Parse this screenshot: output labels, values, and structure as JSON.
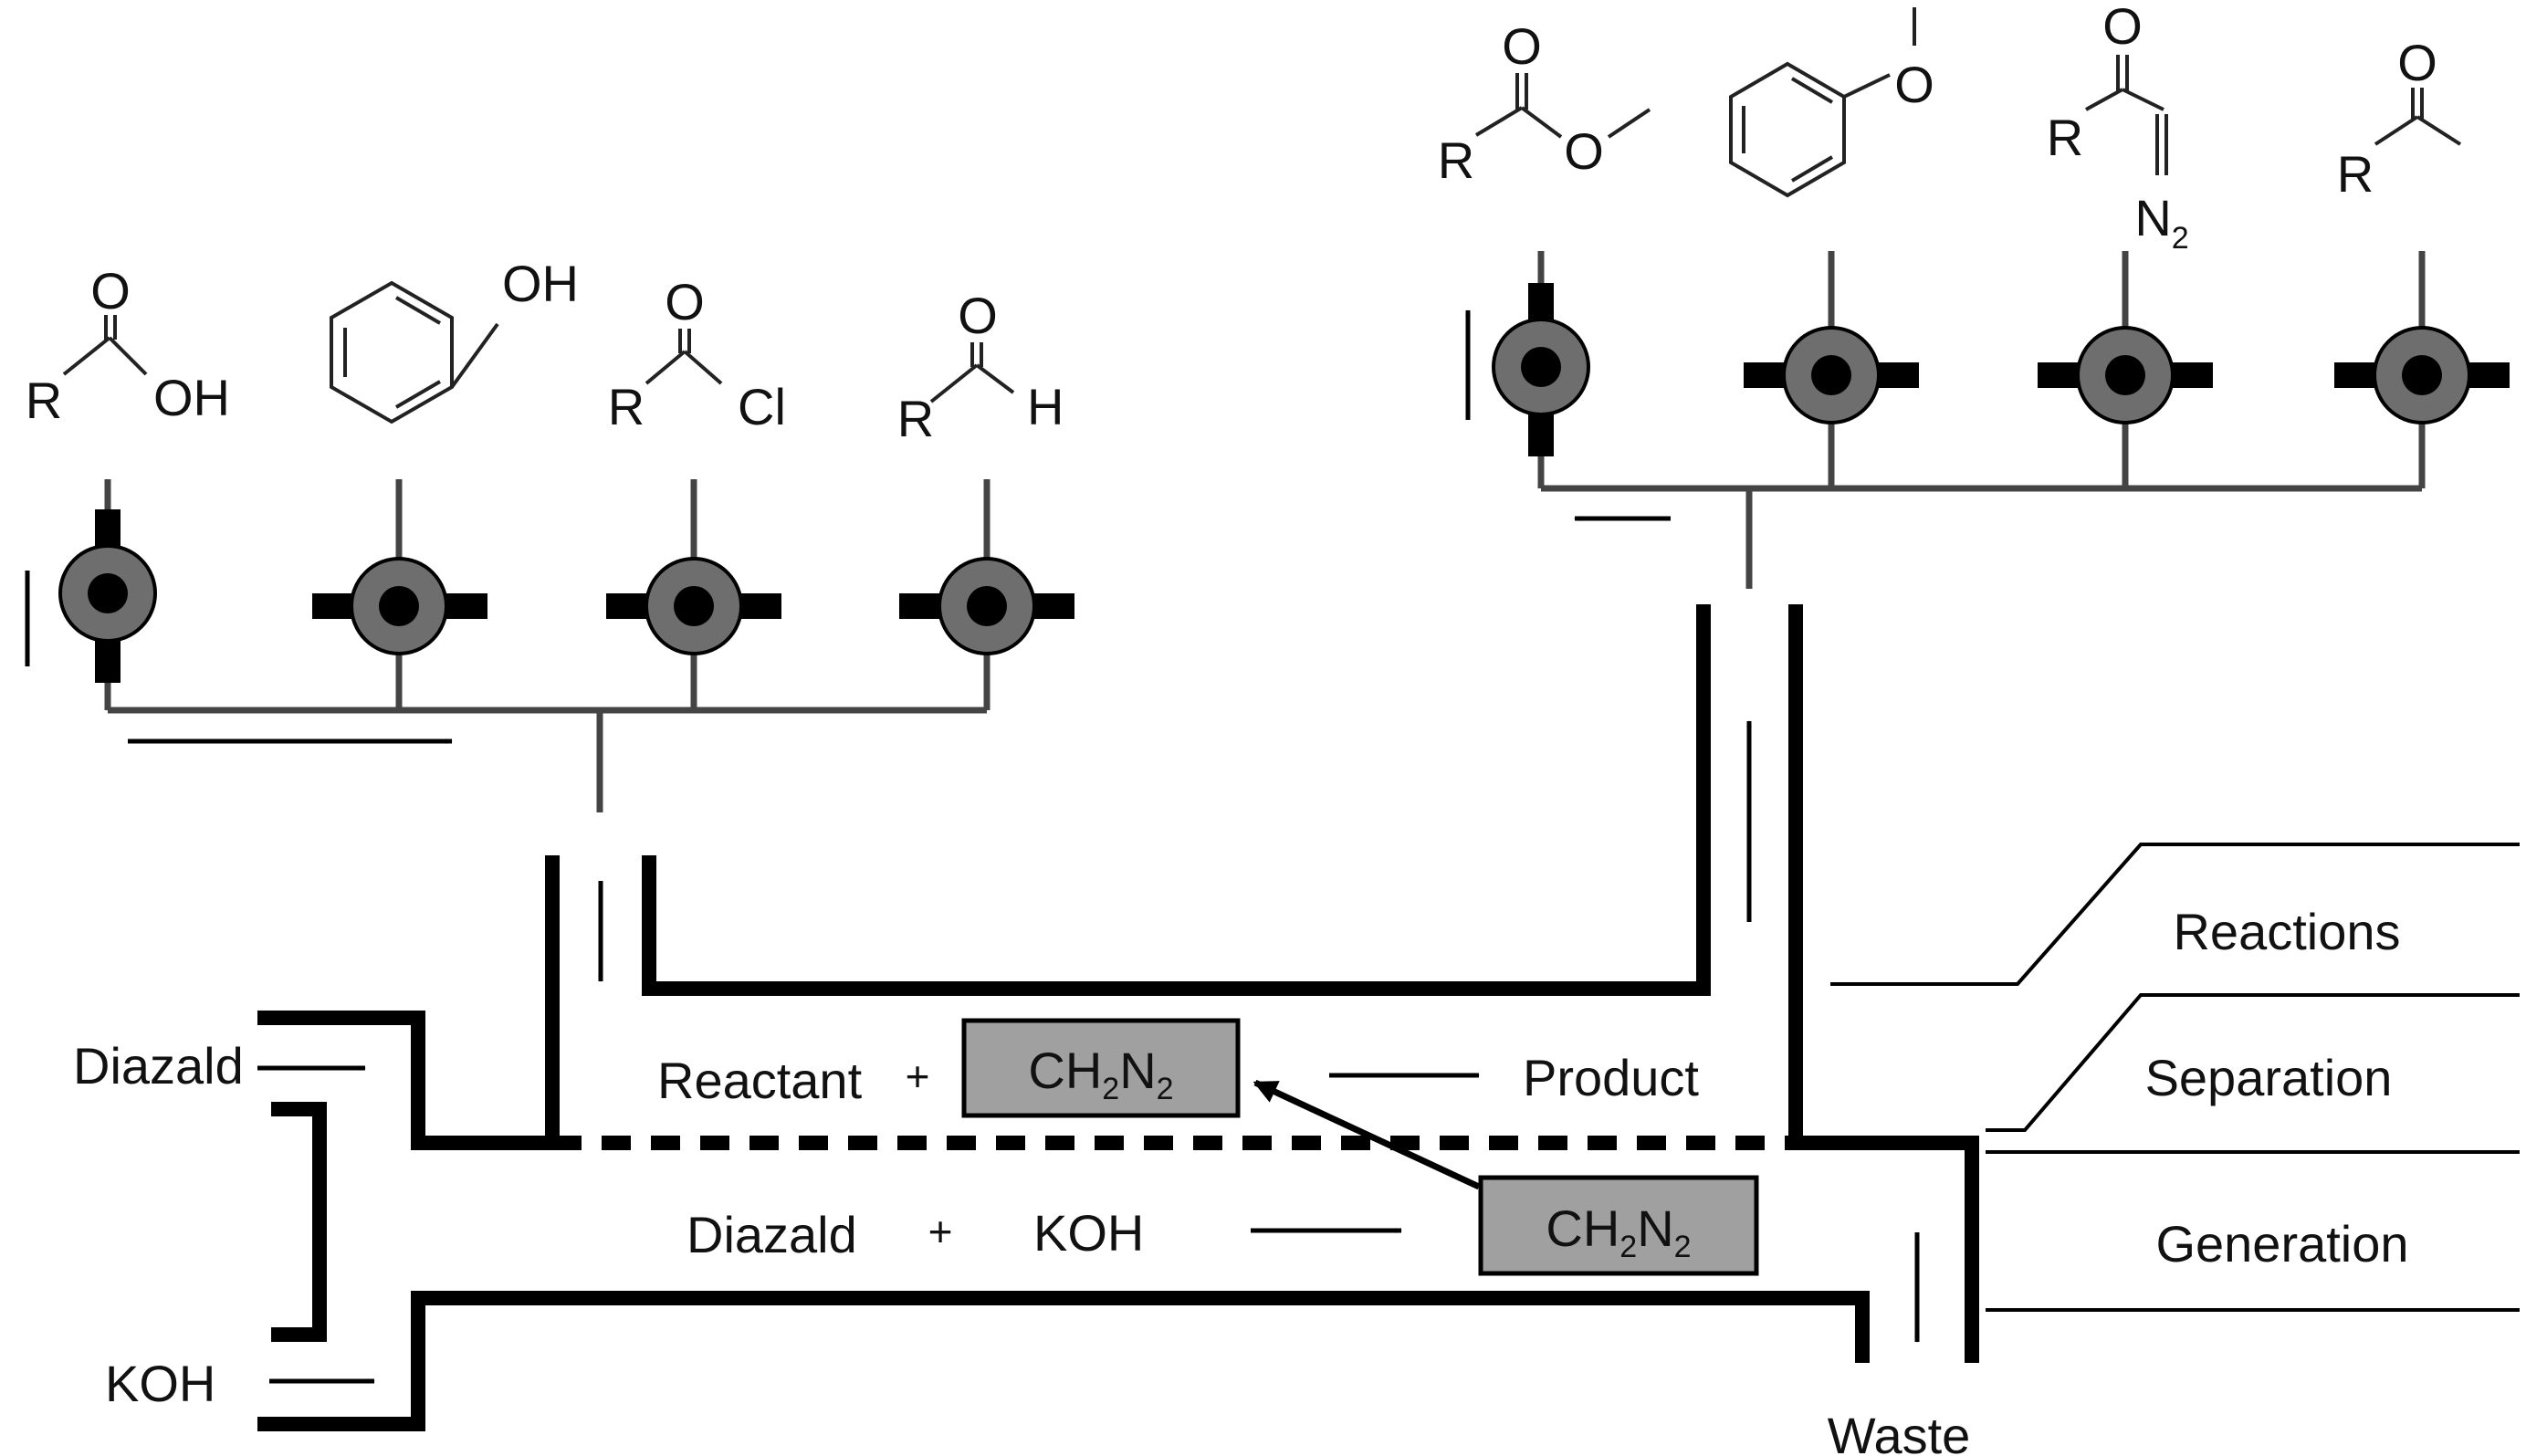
{
  "colors": {
    "wall": "#000000",
    "line": "#444444",
    "box_fill": "#a0a0a0",
    "valve_outer": "#6e6e6e",
    "valve_core": "#000000"
  },
  "inputs": {
    "top": "Diazald",
    "bottom": "KOH"
  },
  "upper_channel": {
    "reactant": "Reactant",
    "plus": "+",
    "reagent_main": "CH",
    "reagent_sub1": "2",
    "reagent_mid": "N",
    "reagent_sub2": "2",
    "product": "Product"
  },
  "lower_channel": {
    "diazald": "Diazald",
    "plus": "+",
    "koh": "KOH",
    "reagent_main": "CH",
    "reagent_sub1": "2",
    "reagent_mid": "N",
    "reagent_sub2": "2"
  },
  "waste": "Waste",
  "stages": {
    "reactions": "Reactions",
    "separation": "Separation",
    "generation": "Generation"
  },
  "reactant_structures": {
    "carboxylic_acid": {
      "o": "O",
      "r": "R",
      "oh": "OH"
    },
    "phenol": {
      "oh": "OH"
    },
    "acyl_chloride": {
      "o": "O",
      "r": "R",
      "cl": "Cl"
    },
    "aldehyde": {
      "o": "O",
      "r": "R",
      "h": "H"
    }
  },
  "product_structures": {
    "methyl_ester": {
      "o1": "O",
      "r": "R",
      "o2": "O"
    },
    "anisole": {
      "o": "O"
    },
    "diazoketone": {
      "o": "O",
      "r": "R",
      "n": "N",
      "n_sub": "2"
    },
    "methyl_ketone": {
      "o": "O",
      "r": "R"
    }
  }
}
